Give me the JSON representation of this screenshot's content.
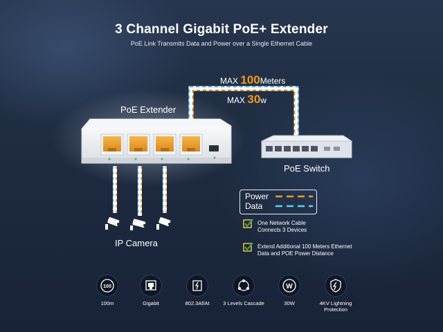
{
  "header": {
    "title": "3 Channel Gigabit PoE+ Extender",
    "subtitle": "PoE Link Transmits Data and Power over a Single Ethernet Cable"
  },
  "specs": {
    "distance_prefix": "MAX",
    "distance_value": "100",
    "distance_unit": "Meters",
    "power_prefix": "MAX",
    "power_value": "30",
    "power_unit": "w"
  },
  "devices": {
    "extender_label": "PoE Extender",
    "switch_label": "PoE Switch",
    "camera_label": "IP Camera"
  },
  "legend": {
    "power_label": "Power",
    "data_label": "Data",
    "power_color": "#f39a1e",
    "data_color": "#5fd3f3"
  },
  "features": [
    {
      "line1": "One Network Cable",
      "line2": "Connects 3 Devices"
    },
    {
      "line1": "Extend Additional 100 Meters Ethernet",
      "line2": "Data and POE Power Distance"
    }
  ],
  "icons": [
    {
      "icon": "distance-100m-icon",
      "glyph": "100",
      "label": "100m"
    },
    {
      "icon": "gigabit-port-icon",
      "glyph": "",
      "label": "Gigabit"
    },
    {
      "icon": "standard-8023-icon",
      "glyph": "",
      "label": "802.3Af/At"
    },
    {
      "icon": "cascade-icon",
      "glyph": "",
      "label": "3 Levels Cascade"
    },
    {
      "icon": "watt-icon",
      "glyph": "W",
      "label": "30W"
    },
    {
      "icon": "lightning-protection-icon",
      "glyph": "",
      "label": "4KV Lightning",
      "label2": "Protection"
    }
  ],
  "colors": {
    "accent_orange": "#f39a1e",
    "accent_cyan": "#5fd3f3",
    "check_green": "#3aa64a",
    "check_yellow": "#f2c230"
  }
}
